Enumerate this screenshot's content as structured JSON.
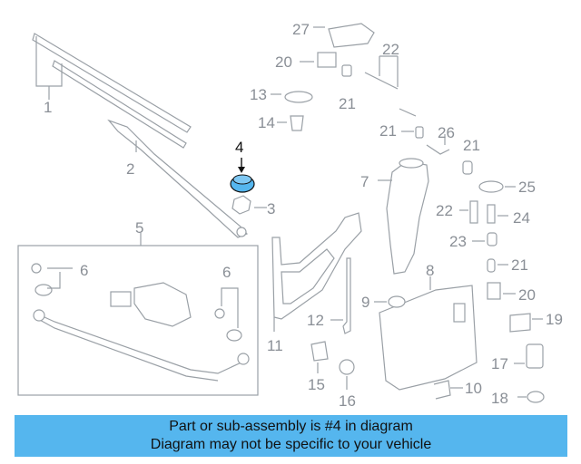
{
  "diagram": {
    "callouts": [
      "1",
      "2",
      "3",
      "4",
      "5",
      "6",
      "6",
      "7",
      "8",
      "9",
      "10",
      "11",
      "12",
      "13",
      "14",
      "15",
      "16",
      "17",
      "18",
      "19",
      "20",
      "20",
      "21",
      "21",
      "21",
      "21",
      "22",
      "22",
      "23",
      "24",
      "25",
      "26",
      "27"
    ],
    "highlight_callout": "4",
    "highlight_color": "#55b6ee"
  },
  "banner": {
    "line1": "Part or sub-assembly is #4 in diagram",
    "line2": "Diagram may not be specific to your vehicle",
    "background": "#55b6ee"
  }
}
